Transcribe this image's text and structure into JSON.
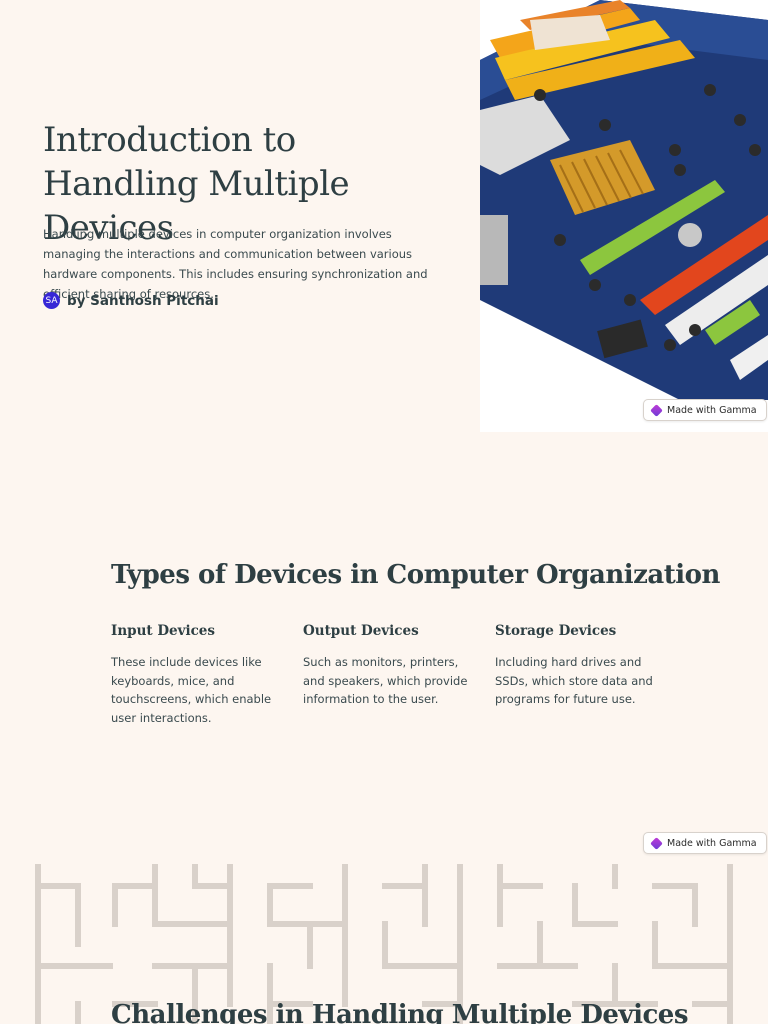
{
  "slide1": {
    "title": "Introduction to Handling Multiple Devices",
    "description": "Handling multiple devices in computer organization involves managing the interactions and communication between various hardware components. This includes ensuring synchronization and efficient sharing of resources.",
    "author_initials": "SA",
    "author": "by Santhosh Pitchai",
    "image_icon": "motherboard-image",
    "badge": "Made with Gamma"
  },
  "slide2": {
    "title": "Types of Devices in Computer Organization",
    "columns": [
      {
        "heading": "Input Devices",
        "text": "These include devices like keyboards, mice, and touchscreens, which enable user interactions."
      },
      {
        "heading": "Output Devices",
        "text": "Such as monitors, printers, and speakers, which provide information to the user."
      },
      {
        "heading": "Storage Devices",
        "text": "Including hard drives and SSDs, which store data and programs for future use."
      }
    ],
    "badge": "Made with Gamma"
  },
  "slide3": {
    "title": "Challenges in Handling Multiple Devices",
    "pattern_icon": "maze-pattern"
  },
  "colors": {
    "background": "#fdf6f0",
    "text": "#2e3f43",
    "avatar": "#3727d6",
    "maze": "#d9d1ca"
  }
}
